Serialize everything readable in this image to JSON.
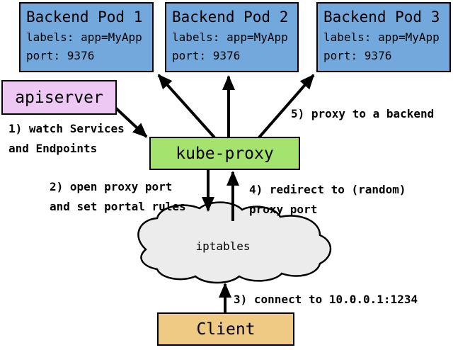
{
  "pods": [
    {
      "title": "Backend Pod 1",
      "labels_line": "labels: app=MyApp",
      "port_line": "port: 9376"
    },
    {
      "title": "Backend Pod 2",
      "labels_line": "labels: app=MyApp",
      "port_line": "port: 9376"
    },
    {
      "title": "Backend Pod 3",
      "labels_line": "labels: app=MyApp",
      "port_line": "port: 9376"
    }
  ],
  "nodes": {
    "apiserver": "apiserver",
    "kube_proxy": "kube-proxy",
    "iptables": "iptables",
    "client": "Client"
  },
  "annotations": {
    "step1": "1) watch Services\nand Endpoints",
    "step2": "2) open proxy port\nand set portal rules",
    "step3": "3) connect to 10.0.0.1:1234",
    "step4": "4) redirect to (random)\nproxy port",
    "step5": "5) proxy to a backend"
  },
  "colors": {
    "pod_fill": "#72a8dc",
    "apiserver_fill": "#ecc8f2",
    "kube_proxy_fill": "#a4e36e",
    "client_fill": "#eeca84",
    "cloud_fill": "#ececec",
    "line": "#000000"
  }
}
